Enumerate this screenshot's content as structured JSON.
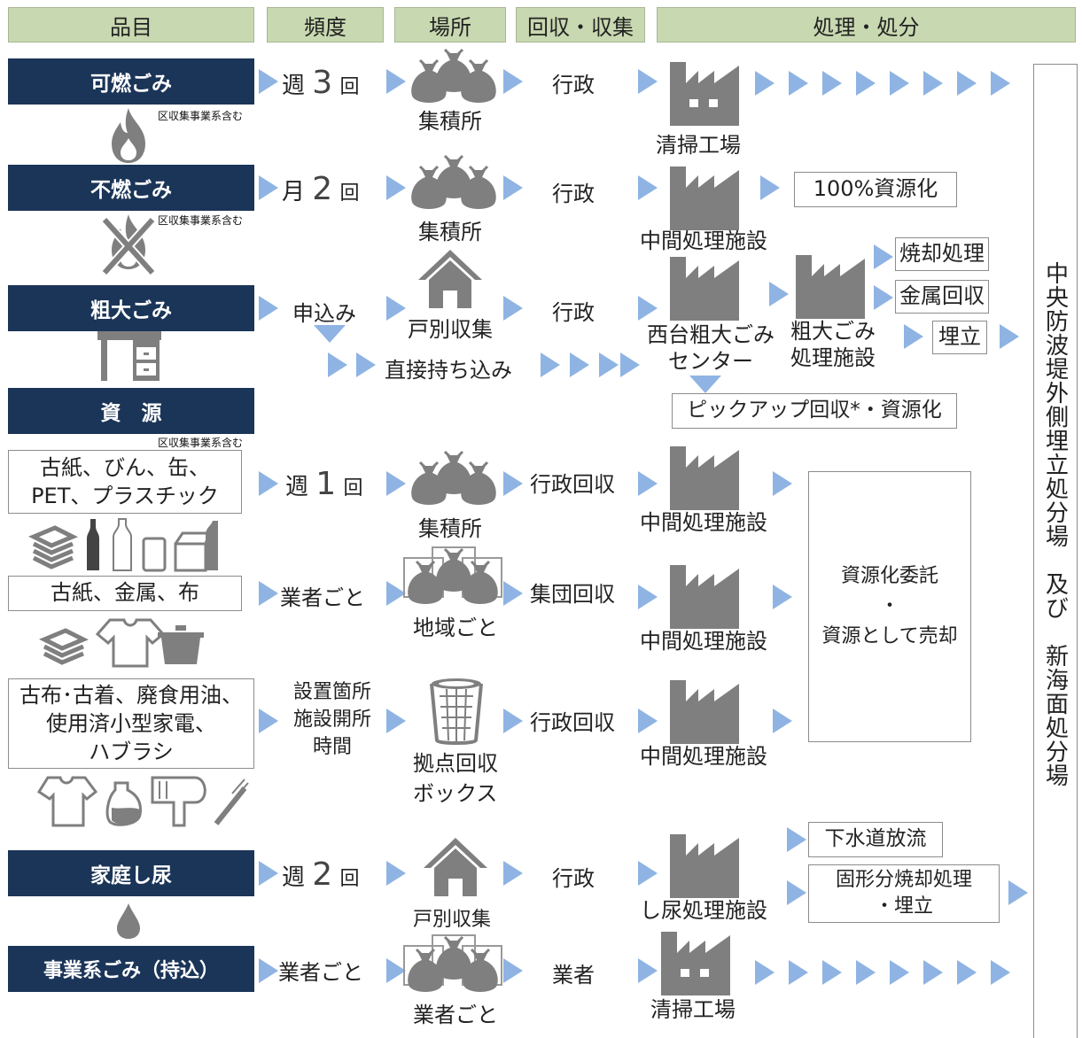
{
  "headers": [
    "品目",
    "頻度",
    "場所",
    "回収・収集",
    "処理・処分"
  ],
  "categories": {
    "combustible": "可燃ごみ",
    "noncombustible": "不燃ごみ",
    "bulky": "粗大ごみ",
    "resources": "資　源",
    "human_waste": "家庭し尿",
    "business": "事業系ごみ（持込）"
  },
  "note_ward": "区収集事業系含む",
  "frequency": {
    "weekly_prefix": "週",
    "monthly_prefix": "月",
    "times": "回",
    "n3": "3",
    "n2": "2",
    "n1": "1",
    "apply": "申込み",
    "per_business": "業者ごと",
    "box_hours": [
      "設置箇所",
      "施設開所",
      "時間"
    ]
  },
  "place": {
    "collection_point": "集積所",
    "door_to_door": "戸別収集",
    "direct": "直接持ち込み",
    "per_area": "地域ごと",
    "box": [
      "拠点回収",
      "ボックス"
    ],
    "per_business": "業者ごと"
  },
  "collector": {
    "govt": "行政",
    "govt_collection": "行政回収",
    "group_collection": "集団回収",
    "business": "業者"
  },
  "facilities": {
    "incinerator": "清掃工場",
    "intermediate": "中間処理施設",
    "nishidai": [
      "西台粗大ごみ",
      "センター"
    ],
    "bulky_facility": [
      "粗大ごみ",
      "処理施設"
    ],
    "human_waste": "し尿処理施設"
  },
  "outputs": {
    "recycle100": "100%資源化",
    "incinerate": "焼却処理",
    "metal": "金属回収",
    "landfill": "埋立",
    "pickup": "ピックアップ回収*・資源化",
    "consign": [
      "資源化委託",
      "・",
      "資源として売却"
    ],
    "sewer": "下水道放流",
    "solids": [
      "固形分焼却処理",
      "・埋立"
    ]
  },
  "resource_items": {
    "r1": [
      "古紙、びん、缶、",
      "PET、プラスチック"
    ],
    "r2": "古紙、金属、布",
    "r3": [
      "古布･古着、廃食用油、",
      "使用済小型家電、",
      "ハブラシ"
    ]
  },
  "final_disposal": "中央防波堤外側埋立処分場　及び　新海面処分場",
  "colors": {
    "header": "#c8d8b0",
    "category": "#1b3558",
    "arrow": "#8fb4e3",
    "icon": "#7f7f7f"
  }
}
